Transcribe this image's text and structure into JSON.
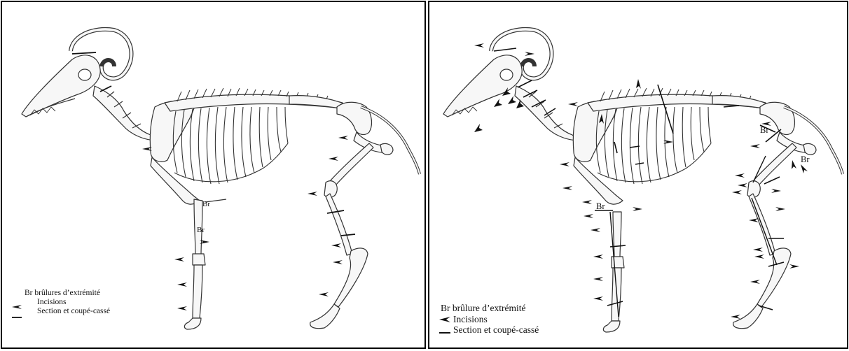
{
  "left": {
    "legend": {
      "burns": "Br brûlures d’extrémité",
      "incisions": "Incisions",
      "sections": "Section et coupé-cassé"
    },
    "br_labels": [
      "Br",
      "Br"
    ]
  },
  "right": {
    "legend": {
      "burns": "Br brûlure d’extrémité",
      "incisions": "Incisions",
      "sections": "Section et coupé-cassé"
    },
    "br_labels": [
      "Br",
      "Br",
      "Br"
    ]
  },
  "colors": {
    "ink": "#111111",
    "bone_fill": "#f7f7f7"
  }
}
